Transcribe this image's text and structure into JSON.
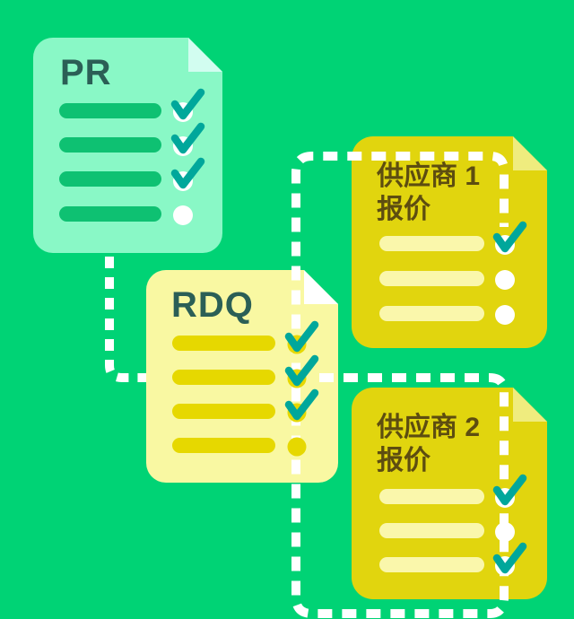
{
  "palette": {
    "background": "#00d375",
    "connector": "#ffffff",
    "check": "#00a79b",
    "ink_teal": "#2b5f56",
    "ink_olive": "#5d4d10",
    "pr_card": "#89f8c6",
    "pr_fold": "#d2fdf0",
    "pr_bar": "#0ec172",
    "rdq_card": "#f9f8a2",
    "rdq_fold": "#ffffff",
    "rdq_bar": "#e6d800",
    "supplier_card": "#e1d50e",
    "supplier_fold": "#efec7e",
    "supplier_bar": "#faf7ab"
  },
  "cards": {
    "pr": {
      "title": "PR",
      "rows": [
        "checked",
        "checked",
        "checked",
        "unchecked"
      ]
    },
    "rdq": {
      "title": "RDQ",
      "rows": [
        "checked",
        "checked",
        "checked",
        "unchecked"
      ]
    },
    "supplier1": {
      "title_line1": "供应商 1",
      "title_line2": "报价",
      "rows": [
        "checked",
        "unchecked",
        "unchecked"
      ]
    },
    "supplier2": {
      "title_line1": "供应商 2",
      "title_line2": "报价",
      "rows": [
        "checked",
        "unchecked",
        "checked"
      ]
    }
  }
}
